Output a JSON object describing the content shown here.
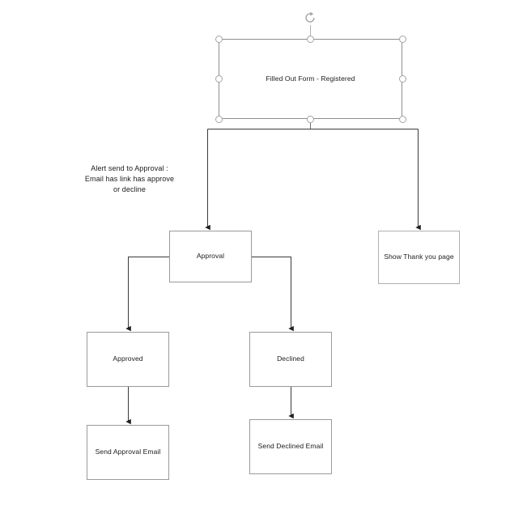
{
  "diagram": {
    "title": "Registration approval flowchart",
    "background_color": "#ffffff",
    "node_border_color": "#9a9a9a",
    "connector_color": "#3a3a3a",
    "handle_color": "#a4a4a4",
    "text_color": "#1b1b1b"
  },
  "nodes": {
    "filled_out_form": {
      "label": "Filled Out Form - Registered",
      "selected": true
    },
    "approval": {
      "label": "Approval",
      "selected": false
    },
    "show_thank_you": {
      "label": "Show Thank you page",
      "selected": false
    },
    "approved": {
      "label": "Approved",
      "selected": false
    },
    "declined": {
      "label": "Declined",
      "selected": false
    },
    "send_approval_email": {
      "label": "Send Approval Email",
      "selected": false
    },
    "send_declined_email": {
      "label": "Send Declined Email",
      "selected": false
    }
  },
  "annotations": {
    "alert_note": "Alert send to Approval :\nEmail has link has approve\nor decline"
  },
  "selection": {
    "rotate_icon": "rotate-icon",
    "handles": [
      "handle-top-left",
      "handle-top-center",
      "handle-top-right",
      "handle-middle-left",
      "handle-middle-right",
      "handle-bottom-left",
      "handle-bottom-center",
      "handle-bottom-right"
    ]
  },
  "edges": [
    {
      "from": "filled_out_form",
      "to": "approval"
    },
    {
      "from": "filled_out_form",
      "to": "show_thank_you"
    },
    {
      "from": "approval",
      "to": "approved"
    },
    {
      "from": "approval",
      "to": "declined"
    },
    {
      "from": "approved",
      "to": "send_approval_email"
    },
    {
      "from": "declined",
      "to": "send_declined_email"
    }
  ]
}
